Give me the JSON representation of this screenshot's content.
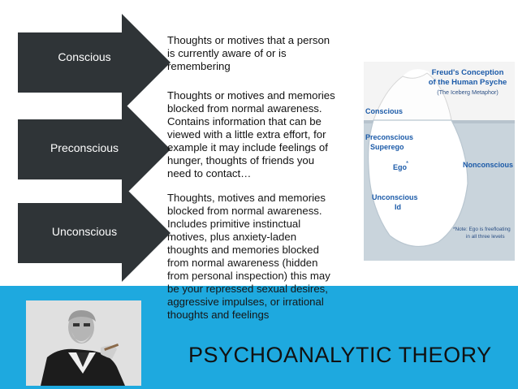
{
  "arrows": [
    {
      "label": "Conscious"
    },
    {
      "label": "Preconscious"
    },
    {
      "label": "Unconscious"
    }
  ],
  "descriptions": [
    {
      "lines": [
        "Thoughts or motives that a person",
        "is currently aware of or is",
        "remembering"
      ]
    },
    {
      "lines": [
        "Thoughts or motives and memories",
        "blocked from normal awareness.",
        "Contains information that can be",
        "viewed with a little extra effort, for",
        "example it may include feelings of",
        "hunger, thoughts of friends you",
        "need to contact…"
      ]
    },
    {
      "lines": [
        "Thoughts, motives and memories",
        "blocked from normal awareness.",
        "Includes primitive instinctual",
        "motives, plus anxiety-laden",
        "thoughts and memories blocked",
        "from normal awareness (hidden",
        "from personal inspection) this may",
        "be your repressed sexual desires,",
        "aggressive impulses, or irrational",
        "thoughts and feelings"
      ]
    }
  ],
  "iceberg": {
    "title_line1": "Freud's Conception",
    "title_line2": "of the Human Psyche",
    "subtitle": "(The Iceberg Metaphor)",
    "conscious": "Conscious",
    "preconscious": "Preconscious",
    "superego": "Superego",
    "ego": "Ego",
    "ego_mark": "*",
    "nonconscious": "Nonconscious",
    "unconscious": "Unconscious",
    "id": "Id",
    "note_line1": "*Note: Ego is freefloating",
    "note_line2": "in all three levels"
  },
  "title": "PSYCHOANALYTIC THEORY",
  "colors": {
    "arrow": "#2f3437",
    "band": "#1ea9df",
    "iceberg_text": "#1b5aa8",
    "water": "#c9d4dc"
  }
}
